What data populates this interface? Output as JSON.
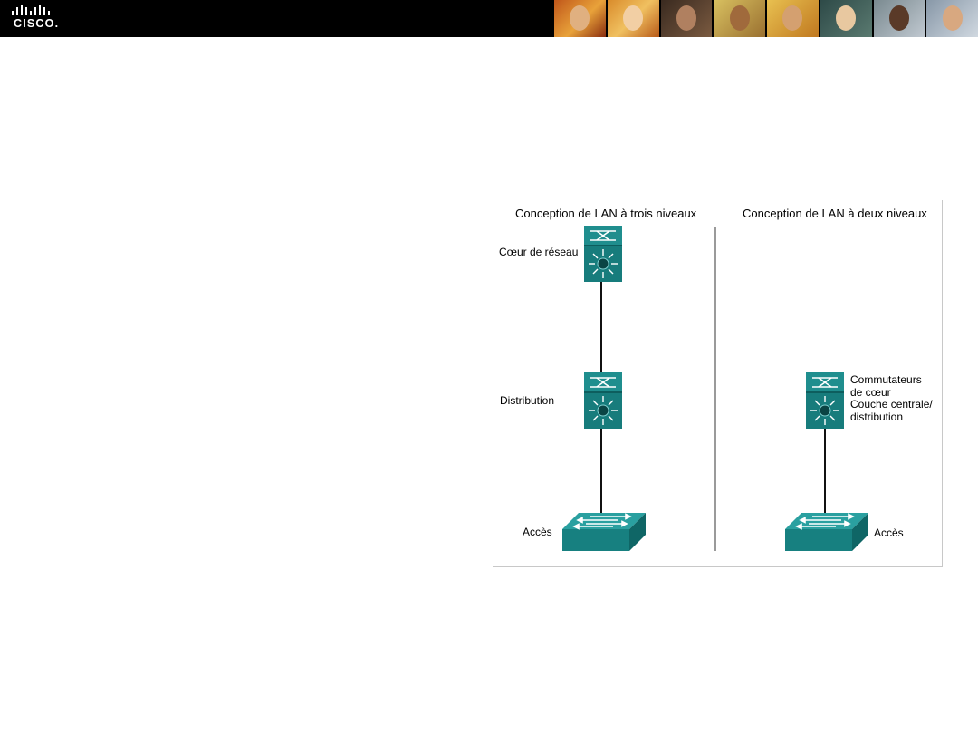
{
  "header": {
    "brand": "CISCO.",
    "icons": [
      "cisco-logo",
      "people-photo-strip"
    ],
    "colors": {
      "bar": "#000000",
      "device": "#1f8e8e",
      "device_dark": "#0f6a6a"
    }
  },
  "diagram": {
    "three_tier": {
      "title": "Conception de LAN à trois niveaux",
      "core_label": "Cœur de réseau",
      "distribution_label": "Distribution",
      "access_label": "Accès"
    },
    "two_tier": {
      "title": "Conception de LAN à deux niveaux",
      "collapsed_label_lines": [
        "Commutateurs",
        "de cœur",
        "Couche centrale/",
        "distribution"
      ],
      "access_label": "Accès"
    },
    "device_icons": [
      "multilayer-switch-icon",
      "workgroup-switch-icon"
    ]
  }
}
